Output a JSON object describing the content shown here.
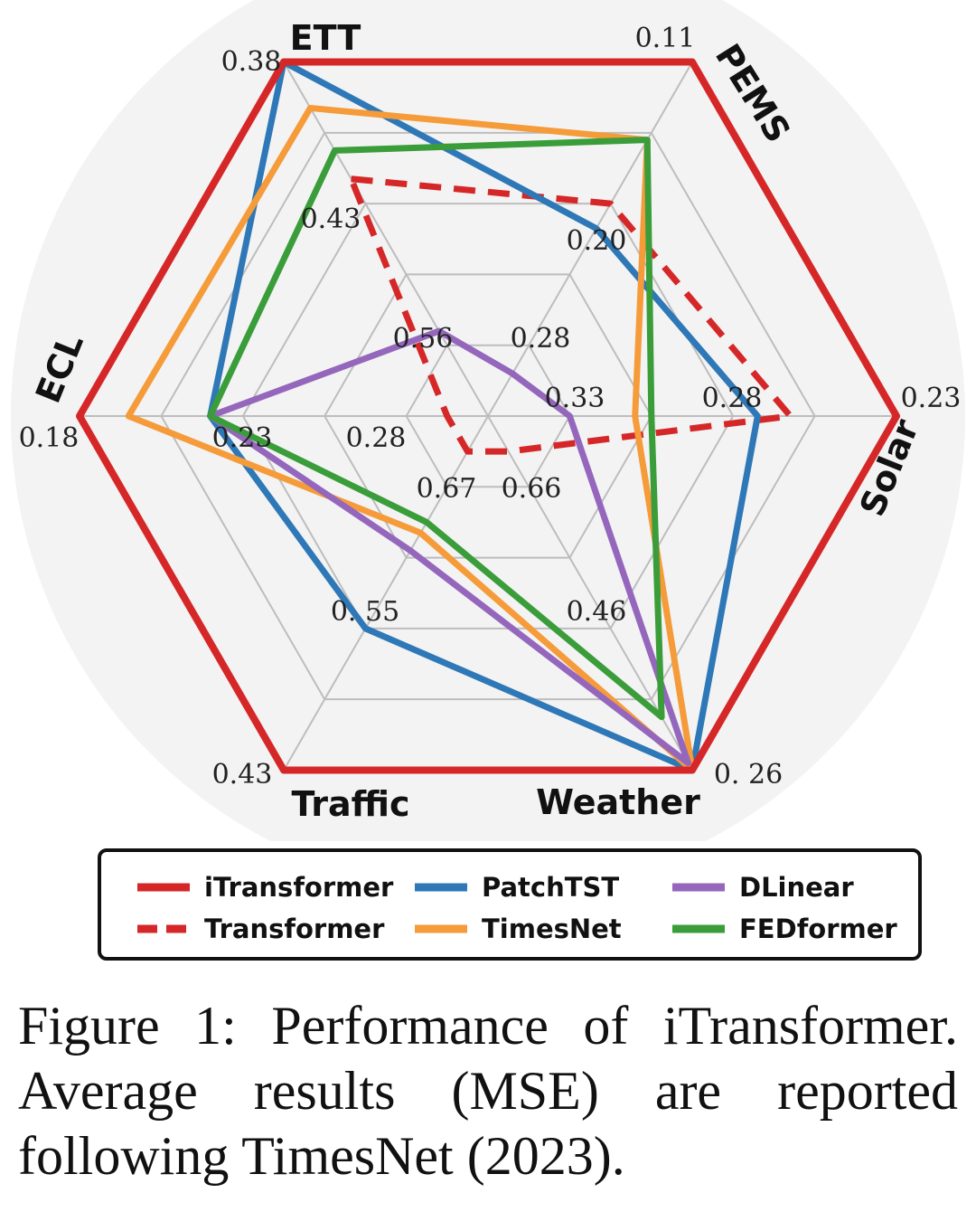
{
  "chart_data": {
    "type": "radar",
    "axes": [
      {
        "name": "ETT",
        "ticks": [
          "0.38",
          "0.43",
          "0.56"
        ]
      },
      {
        "name": "PEMS",
        "ticks": [
          "0.11",
          "0.20",
          "0.28"
        ]
      },
      {
        "name": "Solar",
        "ticks": [
          "0.23",
          "0.28",
          "0.33"
        ]
      },
      {
        "name": "Weather",
        "ticks": [
          "0. 26",
          "0.46",
          "0.66"
        ]
      },
      {
        "name": "Traffic",
        "ticks": [
          "0.43",
          "0. 55",
          "0.67"
        ]
      },
      {
        "name": "ECL",
        "ticks": [
          "0.18",
          "0.23",
          "0.28"
        ]
      }
    ],
    "series": [
      {
        "name": "iTransformer",
        "color": "#d62728",
        "dashed": false,
        "values": [
          1.0,
          1.0,
          1.0,
          1.0,
          1.0,
          1.0
        ]
      },
      {
        "name": "Transformer",
        "color": "#d62728",
        "dashed": true,
        "values": [
          0.67,
          0.6,
          0.74,
          0.1,
          0.1,
          0.1
        ]
      },
      {
        "name": "PatchTST",
        "color": "#2e78b7",
        "dashed": false,
        "values": [
          1.0,
          0.53,
          0.66,
          1.0,
          0.6,
          0.68
        ]
      },
      {
        "name": "TimesNet",
        "color": "#f59b3a",
        "dashed": false,
        "values": [
          0.87,
          0.78,
          0.36,
          1.0,
          0.33,
          0.88
        ]
      },
      {
        "name": "DLinear",
        "color": "#9467bd",
        "dashed": false,
        "values": [
          0.24,
          0.12,
          0.2,
          0.98,
          0.38,
          0.68
        ]
      },
      {
        "name": "FEDformer",
        "color": "#3a9d3a",
        "dashed": false,
        "values": [
          0.75,
          0.78,
          0.4,
          0.85,
          0.3,
          0.68
        ]
      }
    ],
    "rlim": [
      0,
      1
    ],
    "grid_levels": 5,
    "legend": "bottom",
    "grid": true
  },
  "caption": "Figure 1: Performance of iTransformer. Average results (MSE) are reported following TimesNet (2023)."
}
